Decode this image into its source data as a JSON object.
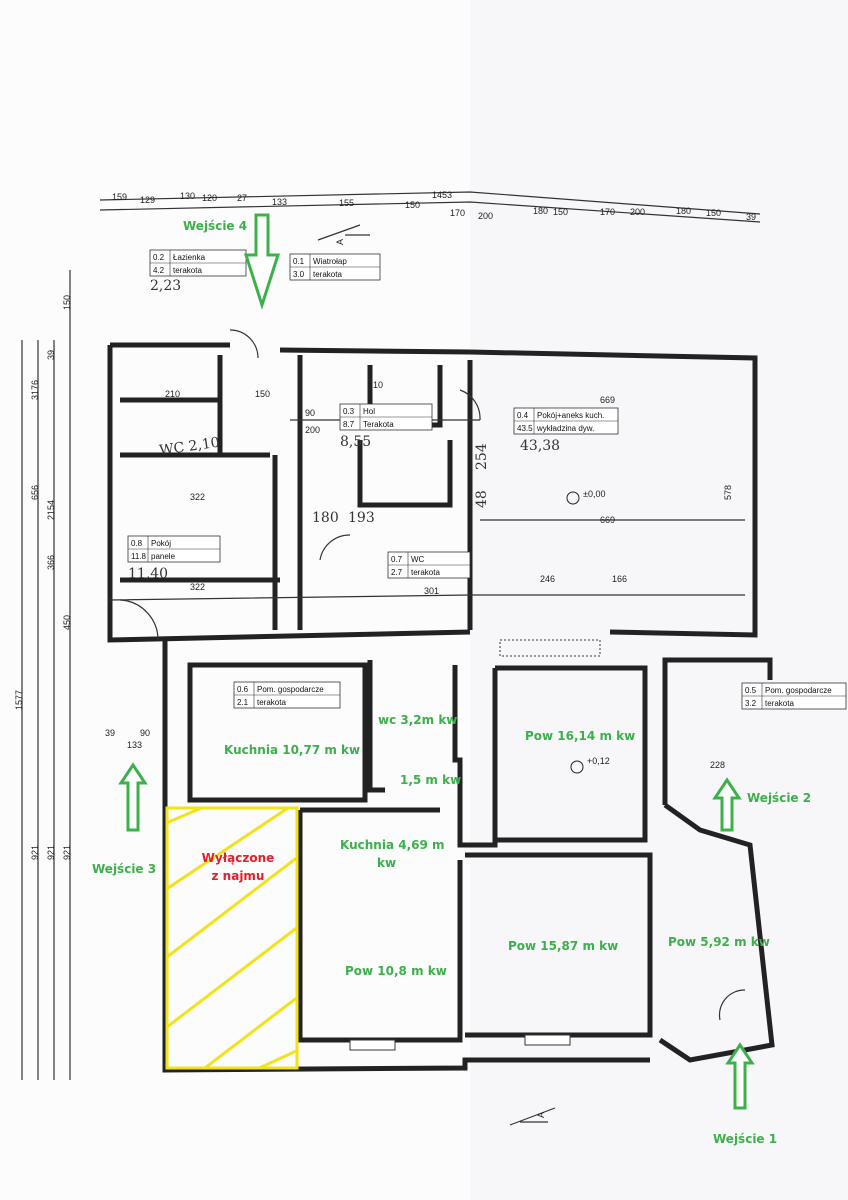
{
  "colors": {
    "entrance": "#3cb04a",
    "excluded": "#e0202a",
    "hatch": "#f2e21a"
  },
  "top_dimensions": [
    "159",
    "129",
    "130",
    "120",
    "27",
    "133",
    "155",
    "150",
    "1453",
    "170",
    "200",
    "180",
    "150",
    "170",
    "200",
    "180",
    "150",
    "39"
  ],
  "side_dimensions": [
    "150",
    "39",
    "3176",
    "656",
    "2154",
    "366",
    "450",
    "1577",
    "921",
    "921",
    "921"
  ],
  "room_tables": [
    {
      "no": "0.2",
      "name": "Łazienka",
      "area": "4.2",
      "floor": "terakota"
    },
    {
      "no": "0.1",
      "name": "Wiatrołap",
      "area": "3.0",
      "floor": "terakota"
    },
    {
      "no": "0.3",
      "name": "Hol",
      "area": "8.7",
      "floor": "Terakota"
    },
    {
      "no": "0.4",
      "name": "Pokój+aneks kuch.",
      "area": "43.5",
      "floor": "wykładzina dyw."
    },
    {
      "no": "0.8",
      "name": "Pokój",
      "area": "11.8",
      "floor": "panele"
    },
    {
      "no": "0.7",
      "name": "WC",
      "area": "2.7",
      "floor": "terakota"
    },
    {
      "no": "0.6",
      "name": "Pom. gospodarcze",
      "area": "2.1",
      "floor": "terakota"
    },
    {
      "no": "0.5",
      "name": "Pom. gospodarcze",
      "area": "3.2",
      "floor": "terakota"
    }
  ],
  "handwritten": {
    "wc": "WC 2,10",
    "hol": "8,55",
    "main": "43,38",
    "room": "11,40",
    "bath": "2,23"
  },
  "levels": {
    "main": "±0,00",
    "lower": "+0,12"
  },
  "inner_dims": [
    "669",
    "669",
    "578",
    "322",
    "322",
    "246",
    "166",
    "310",
    "210",
    "150",
    "90",
    "200",
    "254",
    "48",
    "180",
    "193",
    "301",
    "228",
    "133",
    "90",
    "39"
  ],
  "entrances": [
    "Wejście 1",
    "Wejście 2",
    "Wejście 3",
    "Wejście 4"
  ],
  "areas": {
    "kitchen1": "Kuchnia 10,77 m kw",
    "wc": "wc 3,2m kw",
    "small": "1,5 m kw",
    "room1": "Pow 16,14 m kw",
    "kitchen2_a": "Kuchnia 4,69 m",
    "kitchen2_b": "kw",
    "room2": "Pow 10,8 m kw",
    "room3": "Pow 15,87 m kw",
    "room4": "Pow 5,92 m kw"
  },
  "excluded": {
    "line1": "Wyłączone",
    "line2": "z najmu"
  },
  "section_mark": "A"
}
